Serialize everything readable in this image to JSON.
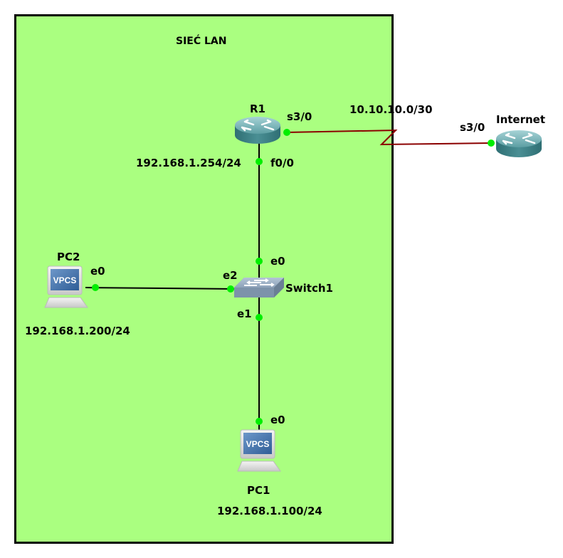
{
  "zone": {
    "title": "SIEĆ LAN",
    "fill": "#aaff80",
    "border": "#000000"
  },
  "devices": {
    "r1": {
      "name": "R1",
      "type": "router"
    },
    "internet": {
      "name": "Internet",
      "type": "router"
    },
    "switch1": {
      "name": "Switch1",
      "type": "switch"
    },
    "pc1": {
      "name": "PC1",
      "type": "vpcs",
      "screen_text": "VPCS",
      "ip": "192.168.1.100/24"
    },
    "pc2": {
      "name": "PC2",
      "type": "vpcs",
      "screen_text": "VPCS",
      "ip": "192.168.1.200/24"
    }
  },
  "interfaces": {
    "r1_s30": "s3/0",
    "r1_f00": "f0/0",
    "r1_ip": "192.168.1.254/24",
    "internet_s30": "s3/0",
    "sw_e0": "e0",
    "sw_e1": "e1",
    "sw_e2": "e2",
    "pc1_e0": "e0",
    "pc2_e0": "e0"
  },
  "links": {
    "wan_subnet": "10.10.10.0/30",
    "serial_color": "#8b0000",
    "ethernet_color": "#000000",
    "port_up_color": "#00ee00"
  }
}
